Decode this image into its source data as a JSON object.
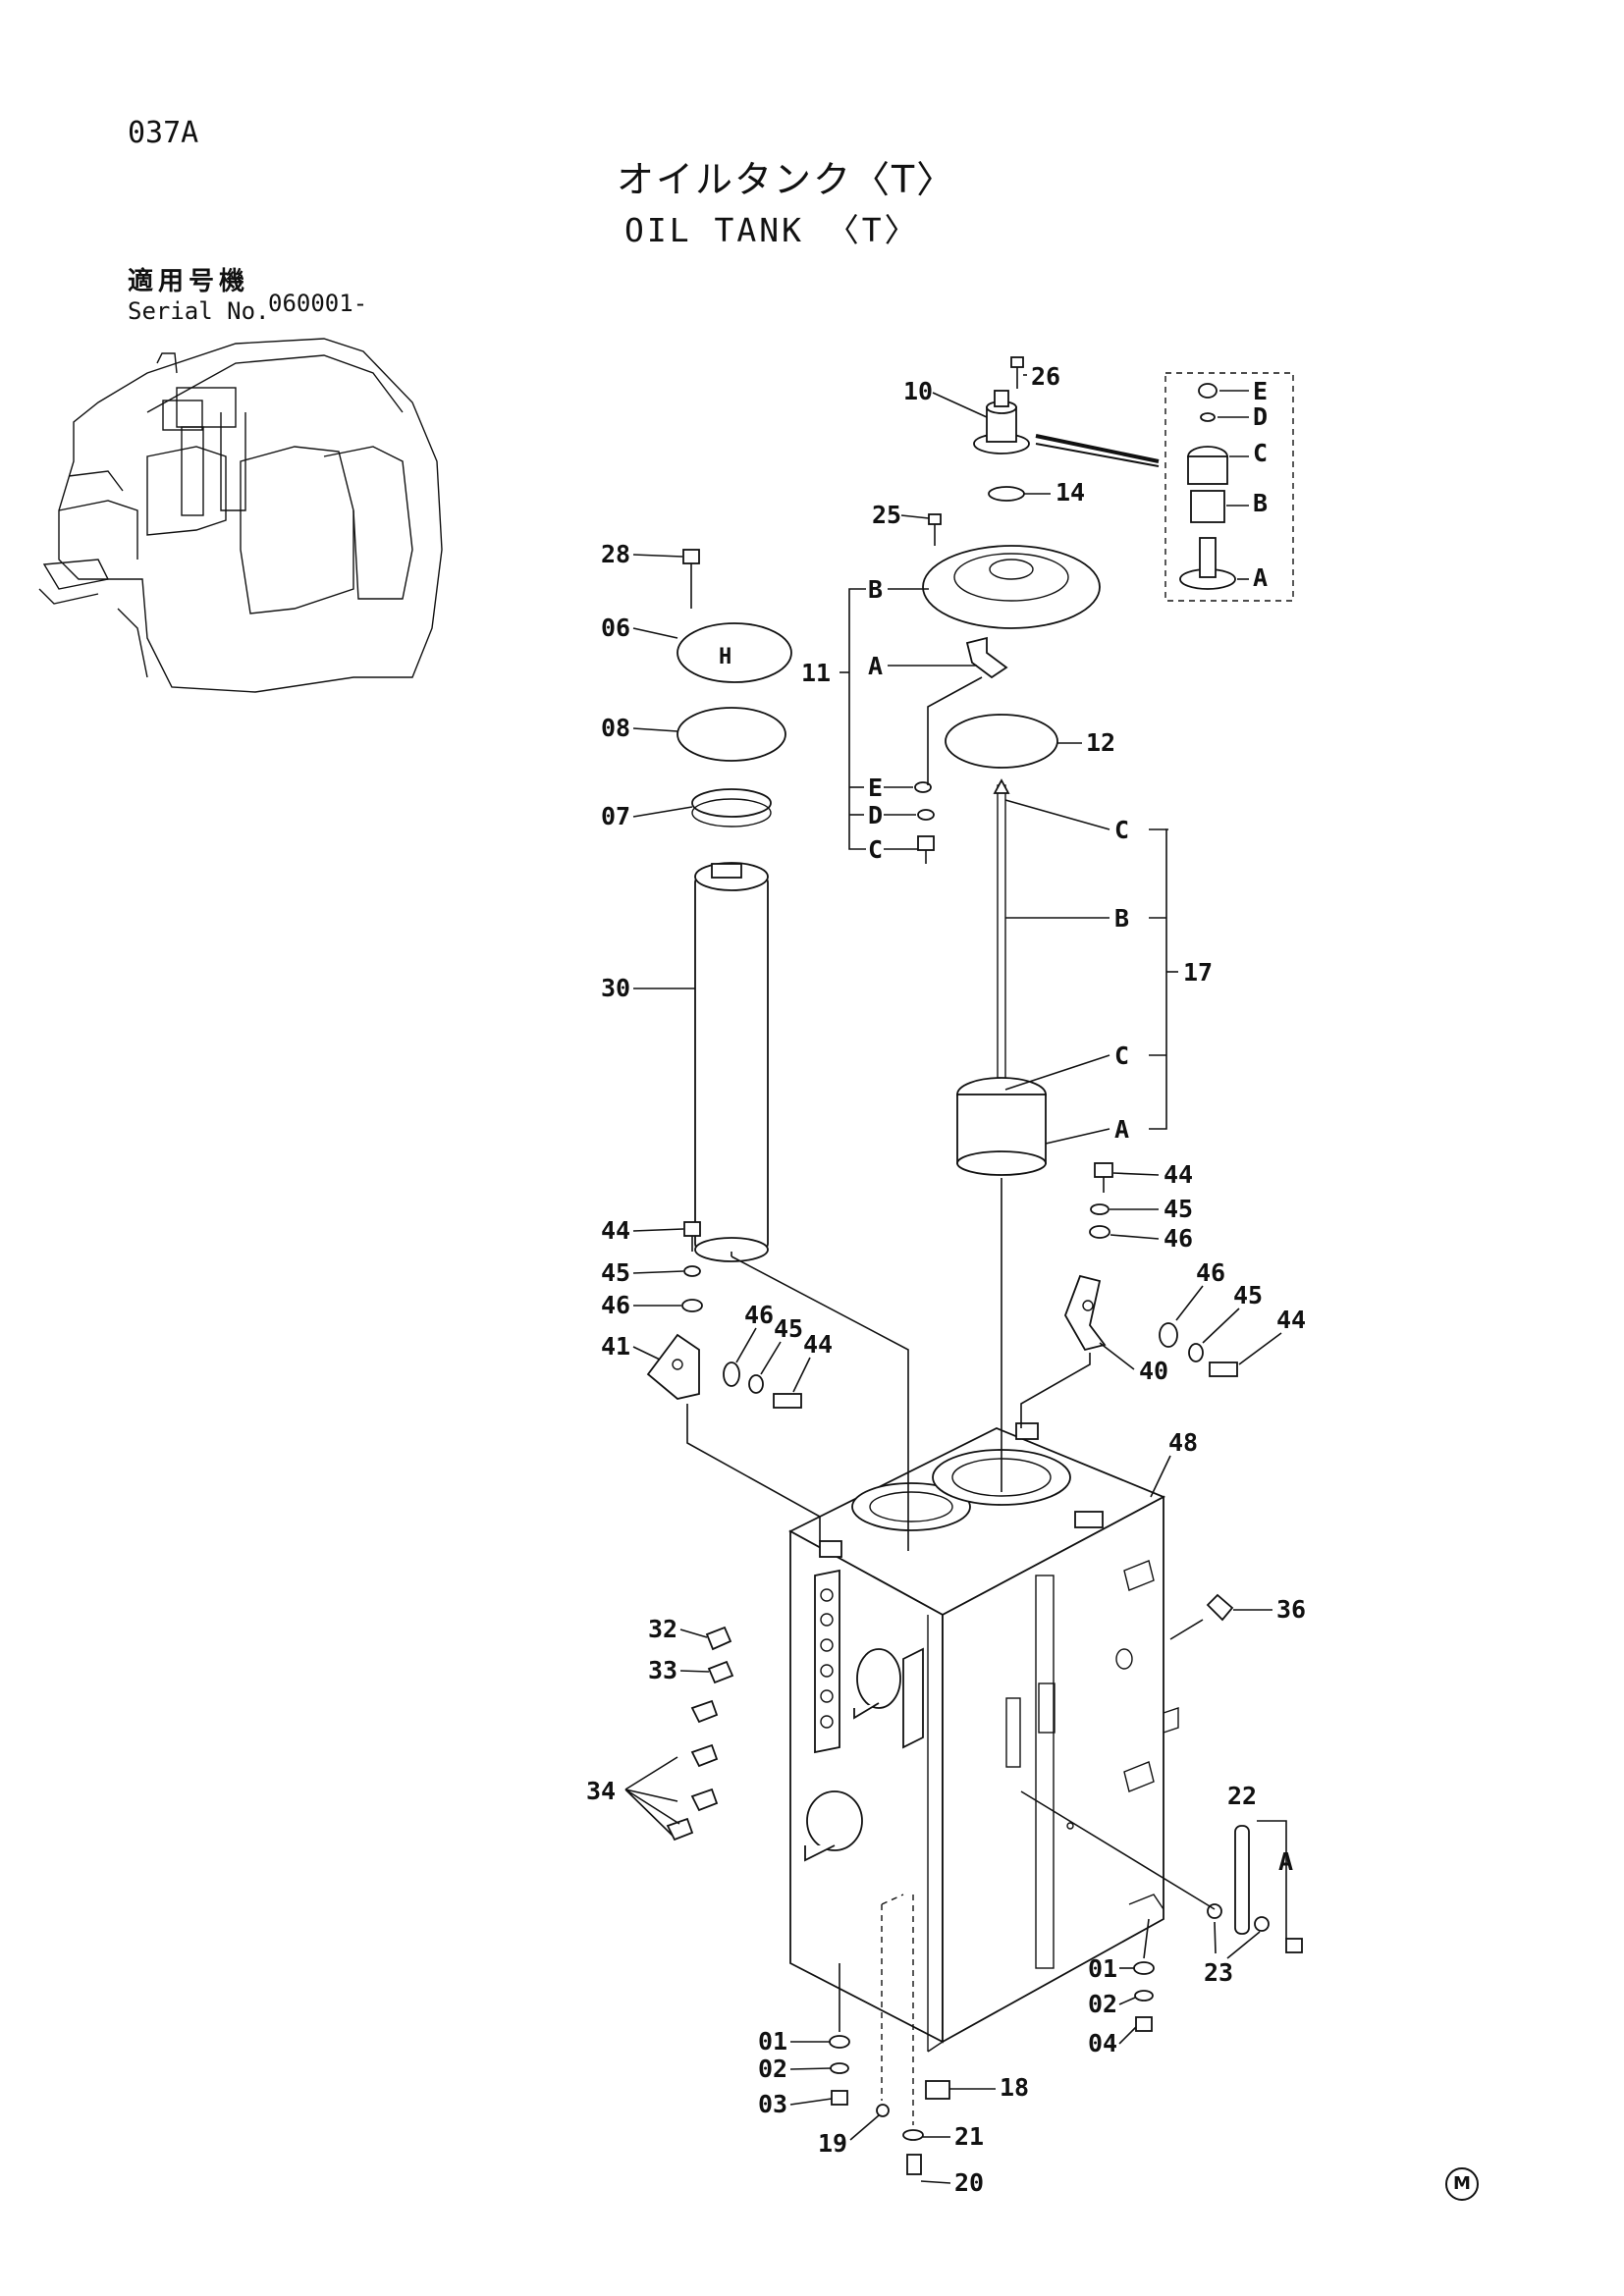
{
  "header": {
    "page_code": "037A",
    "title_ja": "オイルタンク〈T〉",
    "title_en": "OIL TANK 〈T〉",
    "serial_label_ja": "適用号機",
    "serial_label_en": "Serial No.",
    "serial_value": "060001-"
  },
  "footer": {
    "mark": "M"
  },
  "callouts": {
    "c01a": "01",
    "c02a": "02",
    "c03": "03",
    "c19": "19",
    "c21": "21",
    "c20": "20",
    "c18": "18",
    "c01b": "01",
    "c02b": "02",
    "c04": "04",
    "c23": "23",
    "c22": "22",
    "c22A": "A",
    "c36": "36",
    "c48": "48",
    "c32": "32",
    "c33": "33",
    "c34": "34",
    "c41": "41",
    "c44a": "44",
    "c45a": "45",
    "c46a": "46",
    "c46b": "46",
    "c45b": "45",
    "c44b": "44",
    "c44c": "44",
    "c45c": "45",
    "c46c": "46",
    "c46d": "46",
    "c45d": "45",
    "c44d": "44",
    "c40": "40",
    "c30": "30",
    "c07": "07",
    "c08": "08",
    "c06": "06",
    "c28": "28",
    "c11": "11",
    "c11B": "B",
    "c11A": "A",
    "c11E": "E",
    "c11D": "D",
    "c11C": "C",
    "c25": "25",
    "c10": "10",
    "c26": "26",
    "c14": "14",
    "c12": "12",
    "c17": "17",
    "c17C1": "C",
    "c17B": "B",
    "c17C2": "C",
    "c17A": "A",
    "d10E": "E",
    "d10D": "D",
    "d10C": "C",
    "d10B": "B",
    "d10A": "A"
  }
}
